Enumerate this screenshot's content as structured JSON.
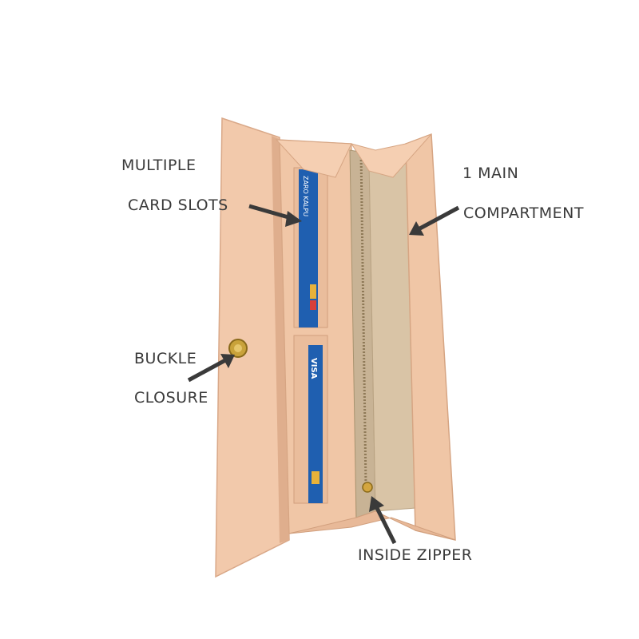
{
  "colors": {
    "background": "#ffffff",
    "wallet": "#f2c9ab",
    "wallet_dark": "#dfae8d",
    "lining": "#c9b497",
    "card_blue": "#1f5fb0",
    "buckle_gold": "#c9a23a",
    "arrow": "#3a3a3a"
  },
  "labels": {
    "multiple": "MULTIPLE",
    "card_slots": "CARD SLOTS",
    "buckle": "BUCKLE",
    "closure": "CLOSURE",
    "main": "1 MAIN",
    "compartment": "COMPARTMENT",
    "inside_zipper": "INSIDE ZIPPER"
  },
  "card_texts": {
    "top_card": "ZARO KALPU",
    "bottom_card": "VISA"
  }
}
